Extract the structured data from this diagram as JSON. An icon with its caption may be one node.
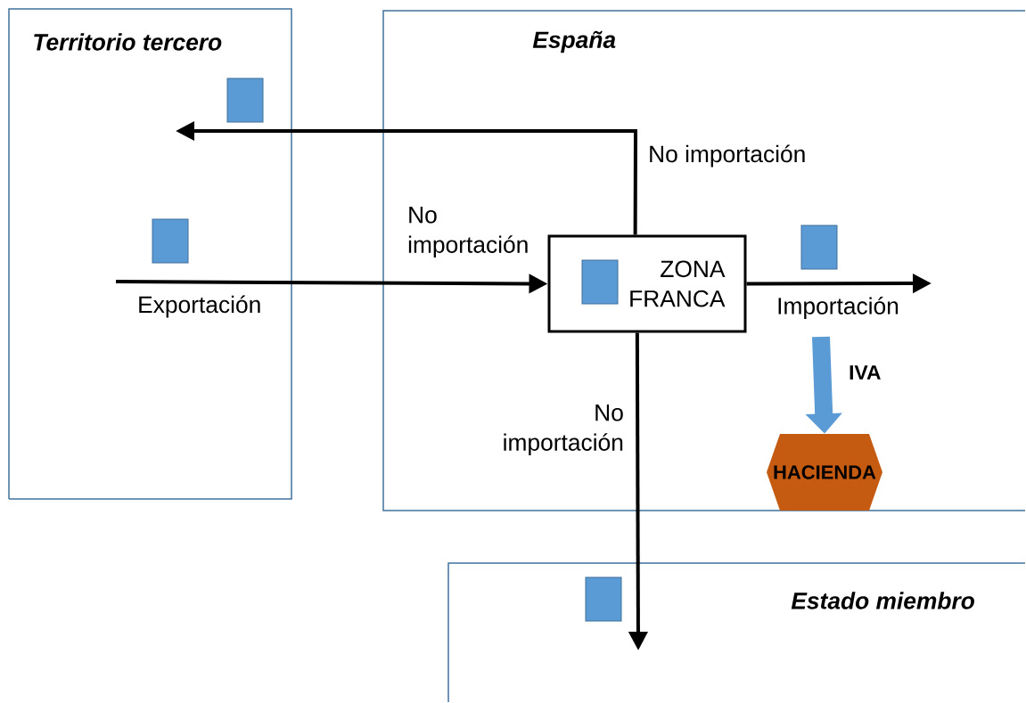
{
  "diagram": {
    "nodes": [
      {
        "text": [
          "Territorio tercero"
        ]
      },
      {
        "text": [
          "España"
        ]
      },
      {
        "text": [
          "Estado miembro"
        ]
      },
      {
        "text": [
          "ZONA FRANCA"
        ],
        "in": 1
      },
      {
        "text": [
          "HACIENDA"
        ],
        "in": 1
      }
    ],
    "edges": [
      {
        "from": 0,
        "to": 3,
        "arrow": "to",
        "label": "No importación"
      },
      {
        "from": 3,
        "to": 0,
        "arrow": "to",
        "label": "No importación"
      },
      {
        "from": 3,
        "to": null,
        "arrow": "to",
        "label": "Importación"
      },
      {
        "from": 3,
        "to": 2,
        "arrow": "to",
        "label": "No importación"
      },
      {
        "from": null,
        "to": 4,
        "arrow": "to",
        "label": "IVA",
        "style": "thick",
        "color": "#5b9bd5"
      }
    ],
    "labels": [
      "Exportación"
    ]
  }
}
